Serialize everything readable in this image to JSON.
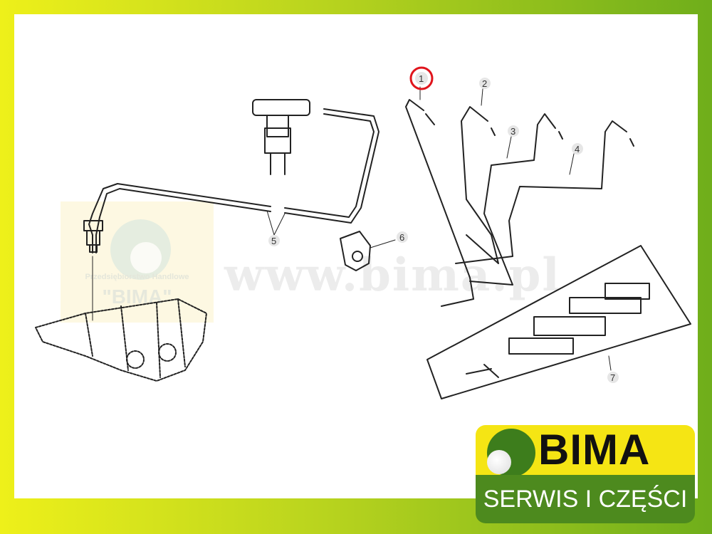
{
  "watermark": {
    "url": "www.bima.pl",
    "company_line": "Przedsiębiorstwo Handlowe",
    "company_name": "\"BIMA\""
  },
  "callouts": [
    "1",
    "2",
    "3",
    "4",
    "5",
    "6",
    "7"
  ],
  "highlighted_callout": "1",
  "logo": {
    "name": "BIMA",
    "tagline": "SERWIS I CZĘŚCI"
  },
  "colors": {
    "highlight": "#e0141c",
    "logo_yellow": "#f5e514",
    "logo_green": "#4d8a1e"
  }
}
